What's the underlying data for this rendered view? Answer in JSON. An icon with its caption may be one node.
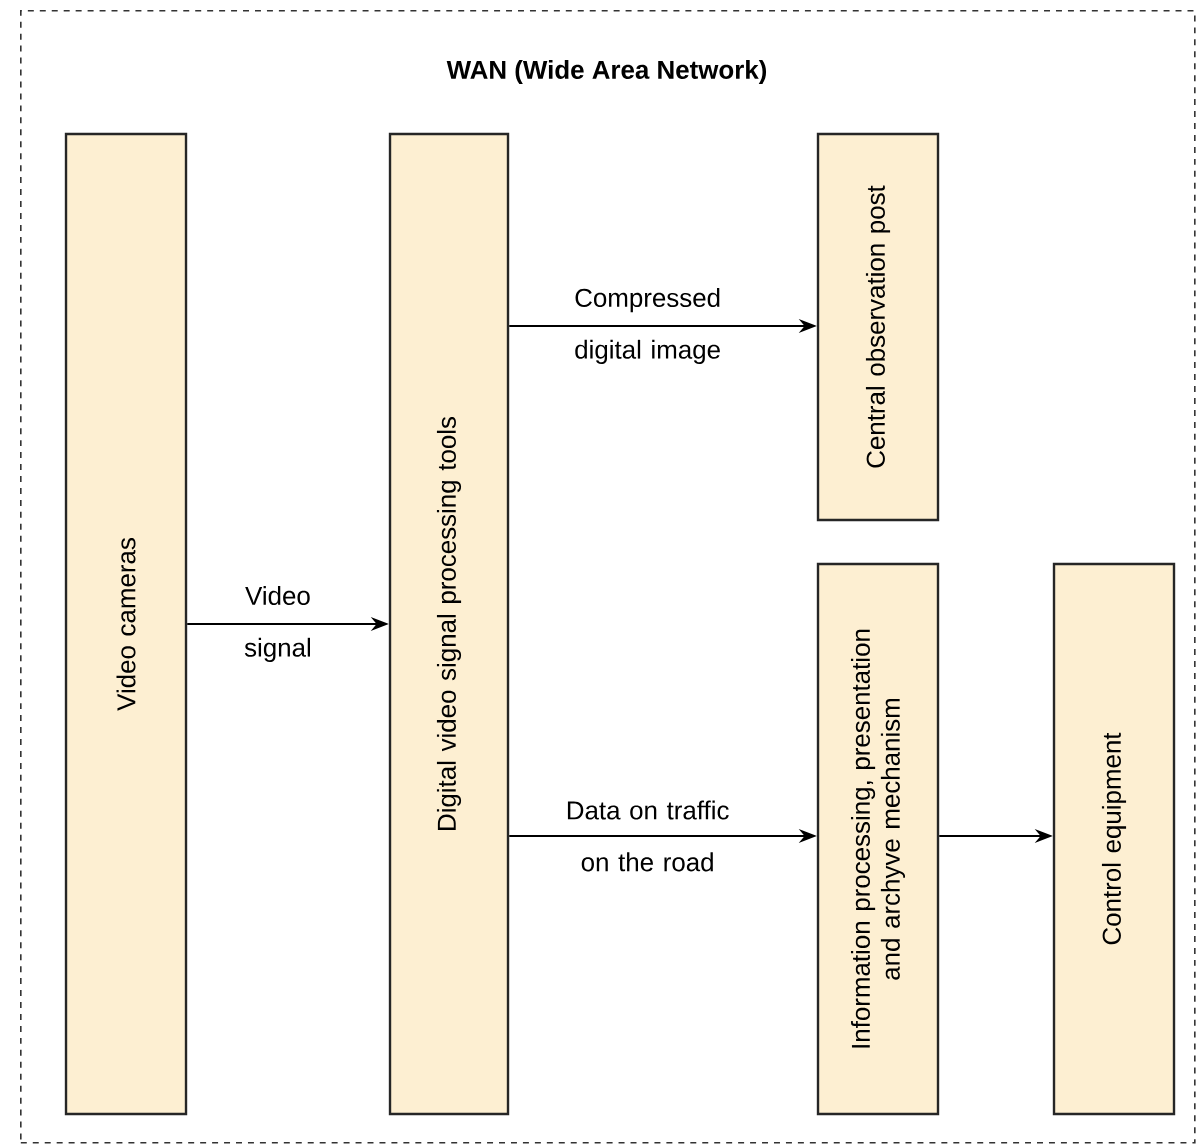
{
  "diagram": {
    "nodes": [
      {
        "text": [
          "WAN (Wide Area Network)"
        ]
      },
      {
        "text": [
          "Video cameras"
        ],
        "in": 0
      },
      {
        "text": [
          "Digital video signal processing tools"
        ],
        "in": 0
      },
      {
        "text": [
          "Central observation post"
        ],
        "in": 0
      },
      {
        "text": [
          "Information processing, presentation and archyve mechanism"
        ],
        "in": 0
      },
      {
        "text": [
          "Control equipment"
        ],
        "in": 0
      }
    ],
    "edges": [
      {
        "from": 1,
        "to": 2,
        "arrow": "to",
        "label": "Video signal"
      },
      {
        "from": 2,
        "to": 3,
        "arrow": "to",
        "label": "Compressed digital image"
      },
      {
        "from": 2,
        "to": 4,
        "arrow": "to",
        "label": "Data on traffic on the road"
      },
      {
        "from": 4,
        "to": 5,
        "arrow": "to"
      }
    ]
  }
}
